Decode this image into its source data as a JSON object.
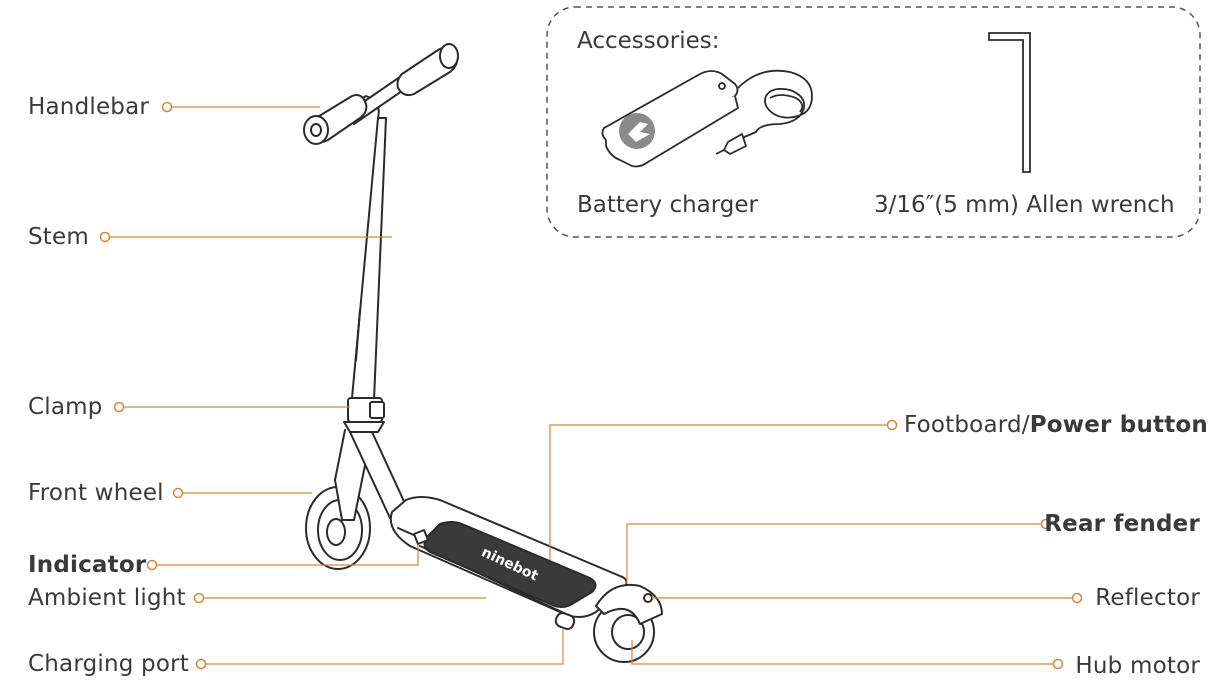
{
  "accessories": {
    "title": "Accessories:",
    "charger_label": "Battery charger",
    "wrench_label": "3/16″(5 mm) Allen wrench"
  },
  "callouts_left": {
    "handlebar": "Handlebar",
    "stem": "Stem",
    "clamp": "Clamp",
    "front_wheel": "Front wheel",
    "indicator": "Indicator",
    "ambient_light": "Ambient light",
    "charging_port": "Charging port"
  },
  "callouts_right": {
    "footboard": "Footboard/",
    "power_button": "Power button",
    "rear_fender": "Rear fender",
    "reflector": "Reflector",
    "hub_motor": "Hub motor"
  },
  "footboard_brand": "ninebot",
  "colors": {
    "leader_line": "#d4873f",
    "drawing_stroke": "#2b2b2b",
    "deck_fill": "#3a3a3a",
    "text": "#3a3a3a",
    "charger_logo_fill": "#8a8a8a"
  }
}
